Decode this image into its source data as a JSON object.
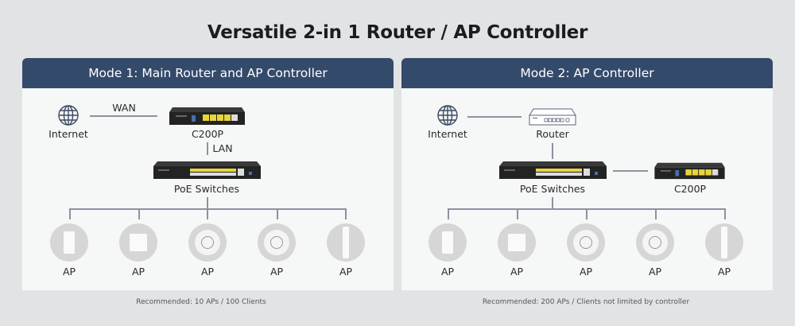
{
  "title": "Versatile 2-in 1 Router / AP Controller",
  "modes": [
    {
      "header": "Mode 1: Main Router and AP Controller",
      "internet_label": "Internet",
      "wan_label": "WAN",
      "controller_label": "C200P",
      "lan_label": "LAN",
      "switch_label": "PoE Switches",
      "aps": [
        {
          "label": "AP",
          "type": "wall-panel"
        },
        {
          "label": "AP",
          "type": "wall-square"
        },
        {
          "label": "AP",
          "type": "ceiling"
        },
        {
          "label": "AP",
          "type": "ceiling"
        },
        {
          "label": "AP",
          "type": "outdoor"
        }
      ],
      "footnote": "Recommended: 10 APs / 100 Clients"
    },
    {
      "header": "Mode 2: AP Controller",
      "internet_label": "Internet",
      "router_label": "Router",
      "switch_label": "PoE Switches",
      "controller_label": "C200P",
      "aps": [
        {
          "label": "AP",
          "type": "wall-panel"
        },
        {
          "label": "AP",
          "type": "wall-square"
        },
        {
          "label": "AP",
          "type": "ceiling"
        },
        {
          "label": "AP",
          "type": "ceiling"
        },
        {
          "label": "AP",
          "type": "outdoor"
        }
      ],
      "footnote": "Recommended: 200 APs / Clients not limited by controller"
    }
  ],
  "colors": {
    "header_bg": "#344a6b",
    "poe_port": "#e8d53a"
  }
}
